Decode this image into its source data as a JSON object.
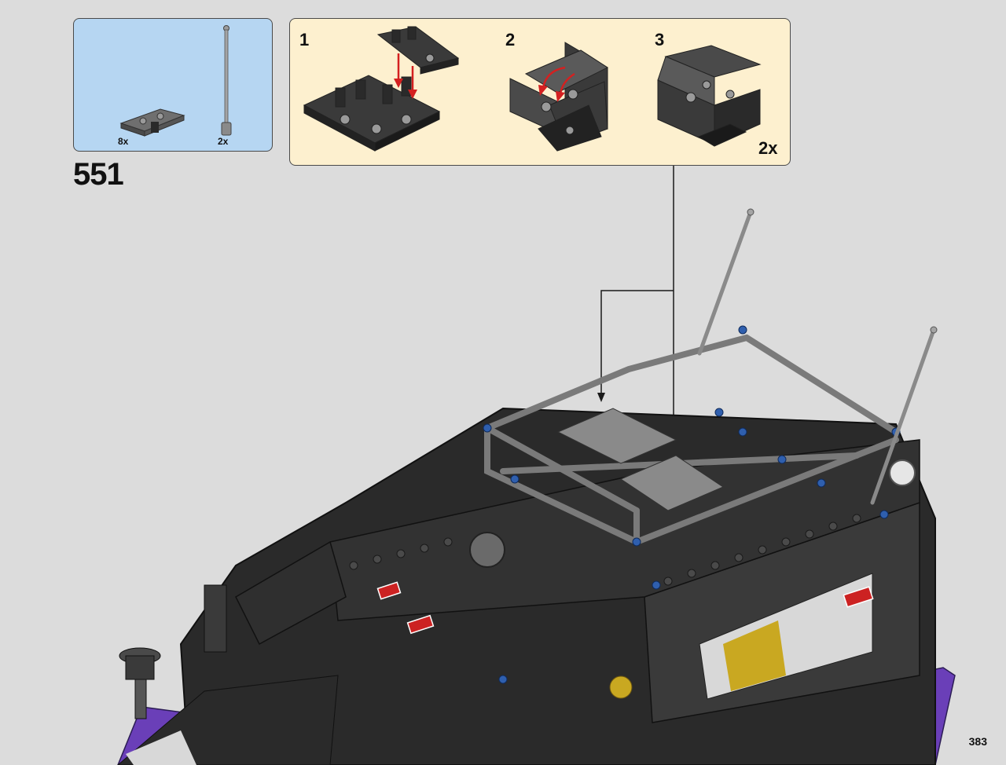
{
  "parts_list": {
    "items": [
      {
        "name": "technic-plate-with-clips",
        "count": "8x"
      },
      {
        "name": "antenna",
        "count": "2x"
      }
    ]
  },
  "step": {
    "number": "551"
  },
  "submodel": {
    "steps": [
      {
        "number": "1"
      },
      {
        "number": "2"
      },
      {
        "number": "3"
      }
    ],
    "multiplier": "2x"
  },
  "page": {
    "number": "383"
  },
  "colors": {
    "parts_box_bg": "#b6d6f2",
    "submodel_box_bg": "#fdf0cf",
    "page_bg": "#dcdcdc",
    "arrow_red": "#d42020",
    "vehicle_purple": "#6a3fb8",
    "brick_black": "#2a2a2a",
    "brick_grey": "#8a8a8a",
    "pin_blue": "#2f5fae"
  }
}
